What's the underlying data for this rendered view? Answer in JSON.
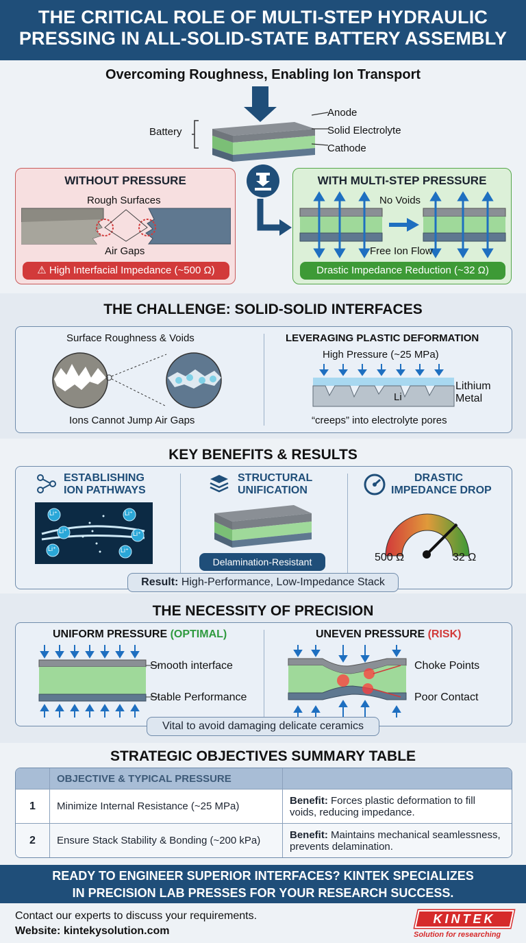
{
  "title": {
    "line1": "THE CRITICAL ROLE OF MULTI-STEP HYDRAULIC",
    "line2": "PRESSING IN ALL-SOLID-STATE BATTERY ASSEMBLY"
  },
  "overview": {
    "heading": "Overcoming Roughness, Enabling Ion Transport",
    "battery_label": "Battery",
    "layers": [
      "Anode",
      "Solid Electrolyte",
      "Cathode"
    ],
    "without": {
      "title": "WITHOUT PRESSURE",
      "rough": "Rough Surfaces",
      "gaps": "Air Gaps",
      "warning": "High Interfacial Impedance (~500 Ω)"
    },
    "with": {
      "title": "WITH MULTI-STEP PRESSURE",
      "novoids": "No Voids",
      "flow": "Free Ion Flow",
      "result": "Drastic Impedance Reduction (~32 Ω)"
    }
  },
  "challenge": {
    "heading": "THE CHALLENGE: SOLID-SOLID INTERFACES",
    "left_title": "Surface Roughness & Voids",
    "left_caption": "Ions Cannot Jump Air Gaps",
    "right_title": "LEVERAGING PLASTIC DEFORMATION",
    "right_pressure": "High Pressure (~25 MPa)",
    "right_metal": [
      "Lithium",
      "Metal"
    ],
    "right_li": "Li",
    "right_caption": "“creeps” into electrolyte pores"
  },
  "benefits": {
    "heading": "KEY BENEFITS & RESULTS",
    "items": [
      {
        "title1": "ESTABLISHING",
        "title2": "ION PATHWAYS",
        "icon": "branch-icon"
      },
      {
        "title1": "STRUCTURAL",
        "title2": "UNIFICATION",
        "icon": "layers-icon",
        "tag": "Delamination-Resistant"
      },
      {
        "title1": "DRASTIC",
        "title2": "IMPEDANCE DROP",
        "icon": "gauge-icon",
        "from": "500 Ω",
        "to": "32 Ω"
      }
    ],
    "ion_label": "Li⁺",
    "result_bold": "Result:",
    "result_text": " High-Performance, Low-Impedance Stack"
  },
  "precision": {
    "heading": "THE NECESSITY OF PRECISION",
    "left_title": "UNIFORM PRESSURE ",
    "left_tag": "(OPTIMAL)",
    "left_labels": [
      "Smooth interface",
      "Stable Performance"
    ],
    "right_title": "UNEVEN PRESSURE ",
    "right_tag": "(RISK)",
    "right_labels": [
      "Choke Points",
      "Poor Contact"
    ],
    "note": "Vital to avoid damaging delicate ceramics",
    "colors": {
      "optimal": "#2e9a3e",
      "risk": "#d23a3a"
    }
  },
  "table": {
    "heading": "STRATEGIC OBJECTIVES SUMMARY TABLE",
    "header": "OBJECTIVE & TYPICAL PRESSURE",
    "rows": [
      {
        "num": "1",
        "objective": "Minimize Internal Resistance (~25 MPa)",
        "benefit_label": "Benefit:",
        "benefit": " Forces plastic deformation to fill voids, reducing impedance."
      },
      {
        "num": "2",
        "objective": "Ensure Stack Stability & Bonding (~200 kPa)",
        "benefit_label": "Benefit:",
        "benefit": " Maintains mechanical seamlessness, prevents delamination."
      }
    ]
  },
  "cta": {
    "line1": "READY TO ENGINEER SUPERIOR INTERFACES? KINTEK SPECIALIZES",
    "line2": "IN PRECISION LAB PRESSES FOR YOUR RESEARCH SUCCESS."
  },
  "contact": {
    "text": "Contact our experts to discuss your requirements.",
    "website": "Website: kintekysolution.com"
  },
  "logo": {
    "name": "KINTEK",
    "tagline": "Solution for researching"
  },
  "colors": {
    "navy": "#1f4e79",
    "electrolyte": "#8fd18a",
    "red": "#d23a3a",
    "green": "#2e9a3e"
  }
}
